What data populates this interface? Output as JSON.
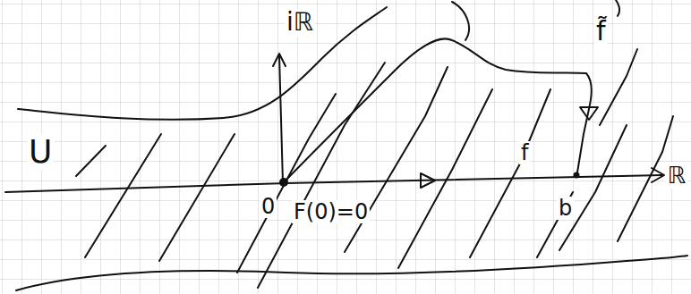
{
  "diagram": {
    "labels": [
      "iℝ",
      "f̃",
      "U",
      "f",
      "0",
      "F(0)=0",
      "b",
      "ℝ"
    ]
  }
}
